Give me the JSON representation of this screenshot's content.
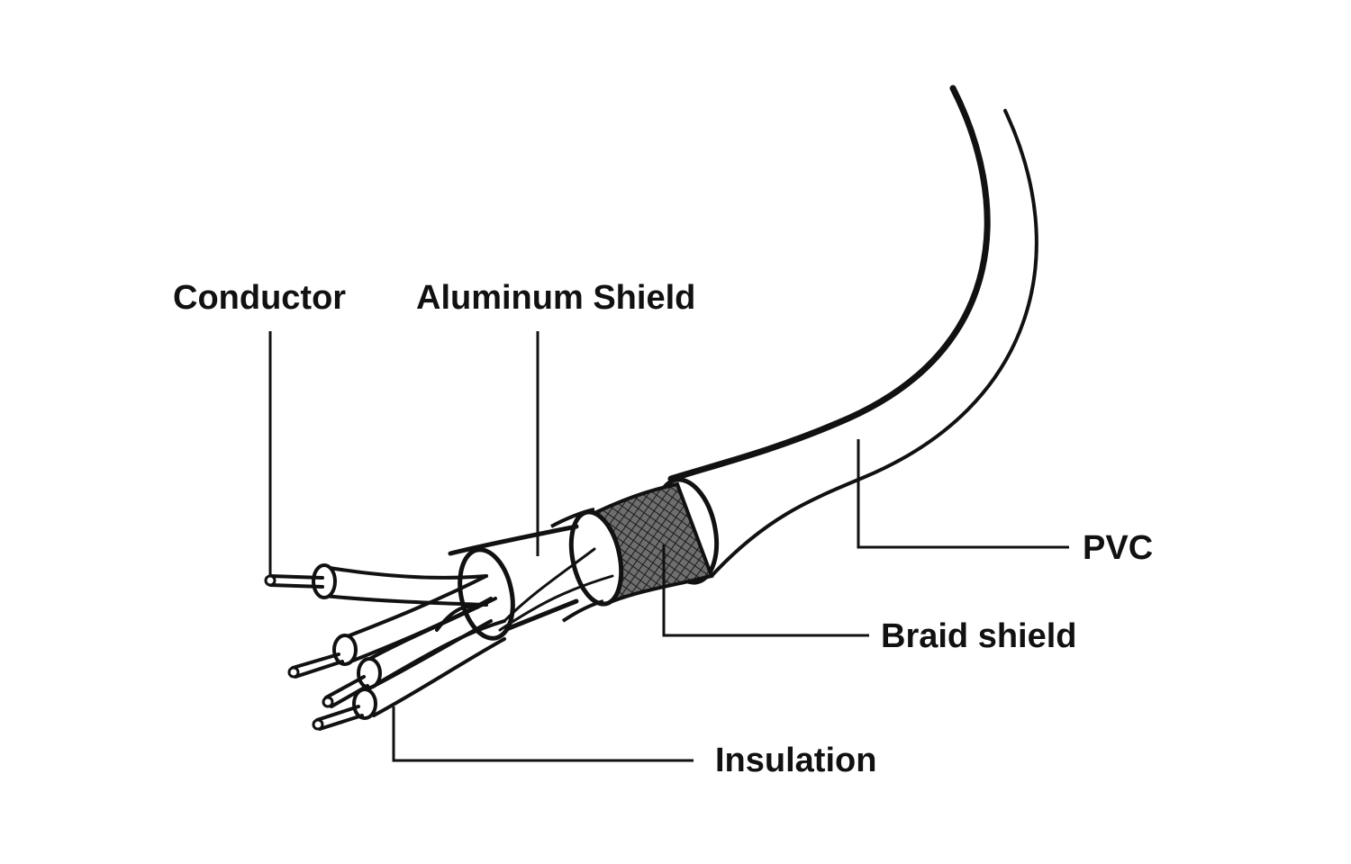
{
  "diagram": {
    "labels": {
      "conductor": "Conductor",
      "aluminum_shield": "Aluminum Shield",
      "pvc": "PVC",
      "braid_shield": "Braid shield",
      "insulation": "Insulation"
    },
    "colors": {
      "stroke": "#111111",
      "fill": "#ffffff",
      "braid_fill": "#7a7a7a"
    }
  }
}
